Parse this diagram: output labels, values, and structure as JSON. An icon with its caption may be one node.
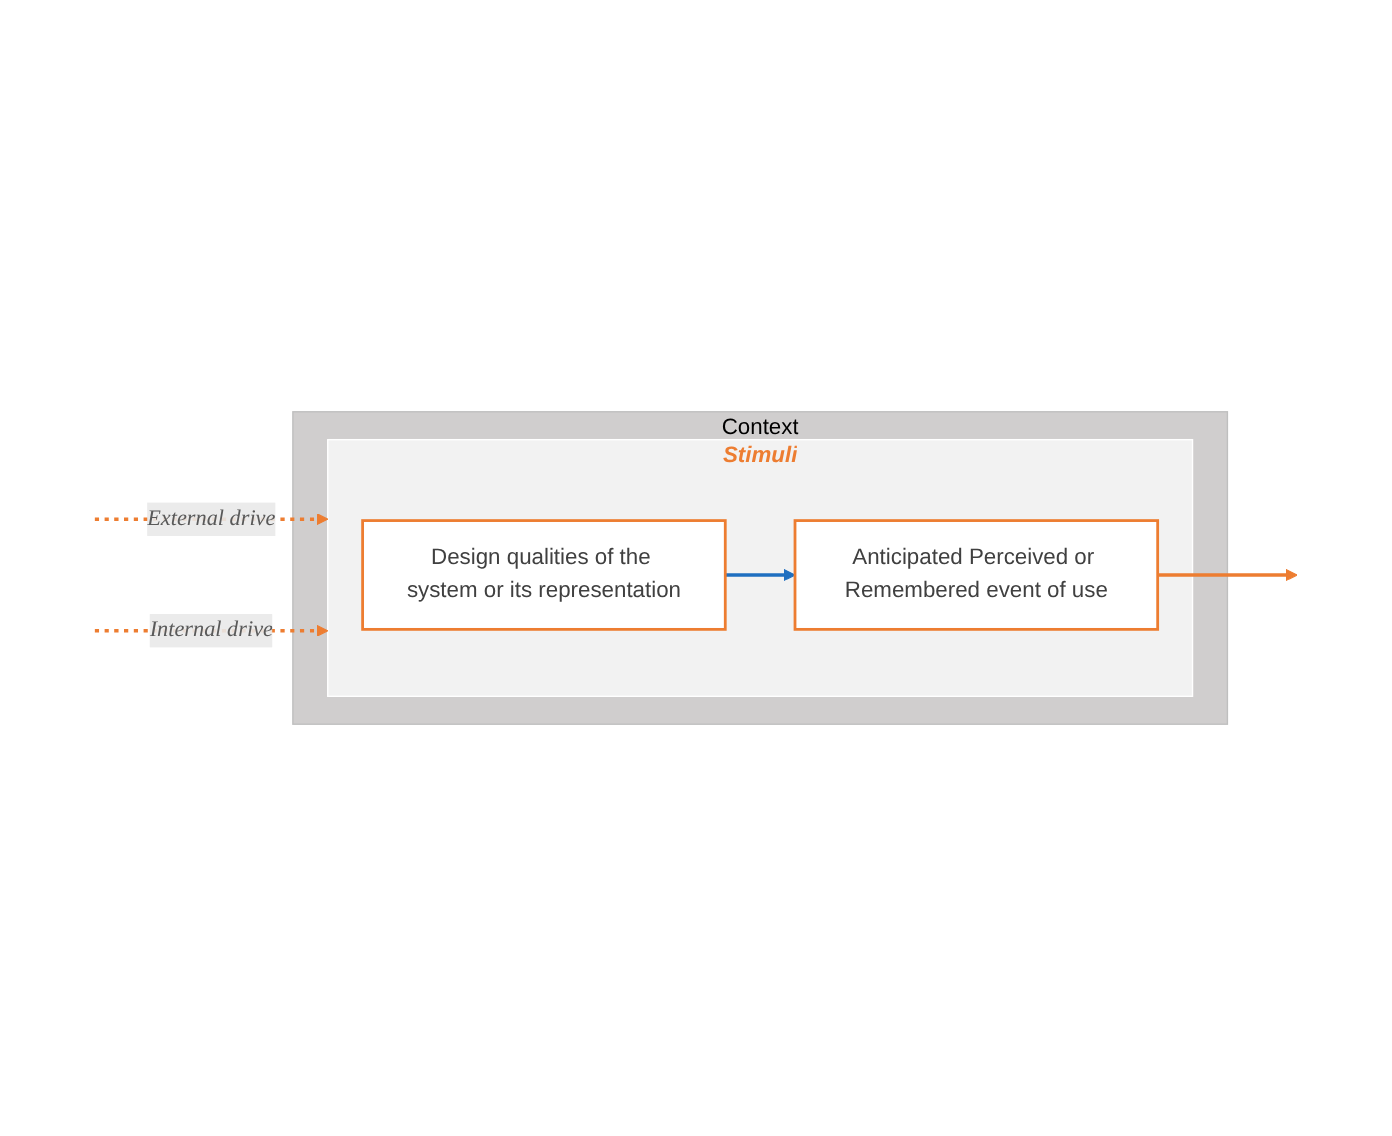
{
  "diagram": {
    "nodes": [
      {
        "text": [
          "Context"
        ]
      },
      {
        "text": [
          "Stimuli"
        ],
        "in": 0
      },
      {
        "text": [
          "Design qualities of the system or its representation"
        ],
        "in": 1
      },
      {
        "text": [
          "Anticipated Perceived or Remembered event of use"
        ],
        "in": 1
      }
    ],
    "edges": [
      {
        "from": 2,
        "to": 3,
        "arrow": "to",
        "color": "#1f6fc0"
      },
      {
        "from": null,
        "to": 1,
        "arrow": "to",
        "label": "External drive",
        "style": "dashed"
      },
      {
        "from": null,
        "to": 1,
        "arrow": "to",
        "label": "Internal drive",
        "style": "dashed"
      },
      {
        "from": 3,
        "to": null,
        "arrow": "to"
      }
    ]
  }
}
